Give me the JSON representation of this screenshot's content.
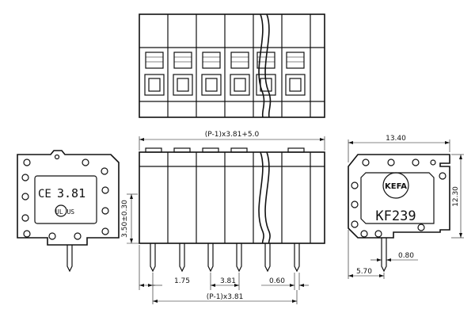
{
  "dimensions": {
    "overall_length": "(P-1)x3.81+5.0",
    "pitch_length": "(P-1)x3.81",
    "height": "3.50±0.30",
    "pin_offset": "1.75",
    "pitch": "3.81",
    "pin_width": "0.60",
    "depth": "13.40",
    "body_height": "12.30",
    "pin_thickness": "0.80",
    "pin_position": "5.70"
  },
  "markings": {
    "ce_mark": "CE",
    "left_code": "3.81",
    "ul_mark": "UL US",
    "brand": "KEFA",
    "model": "KF239"
  },
  "colors": {
    "line": "#111111",
    "background": "#ffffff"
  }
}
